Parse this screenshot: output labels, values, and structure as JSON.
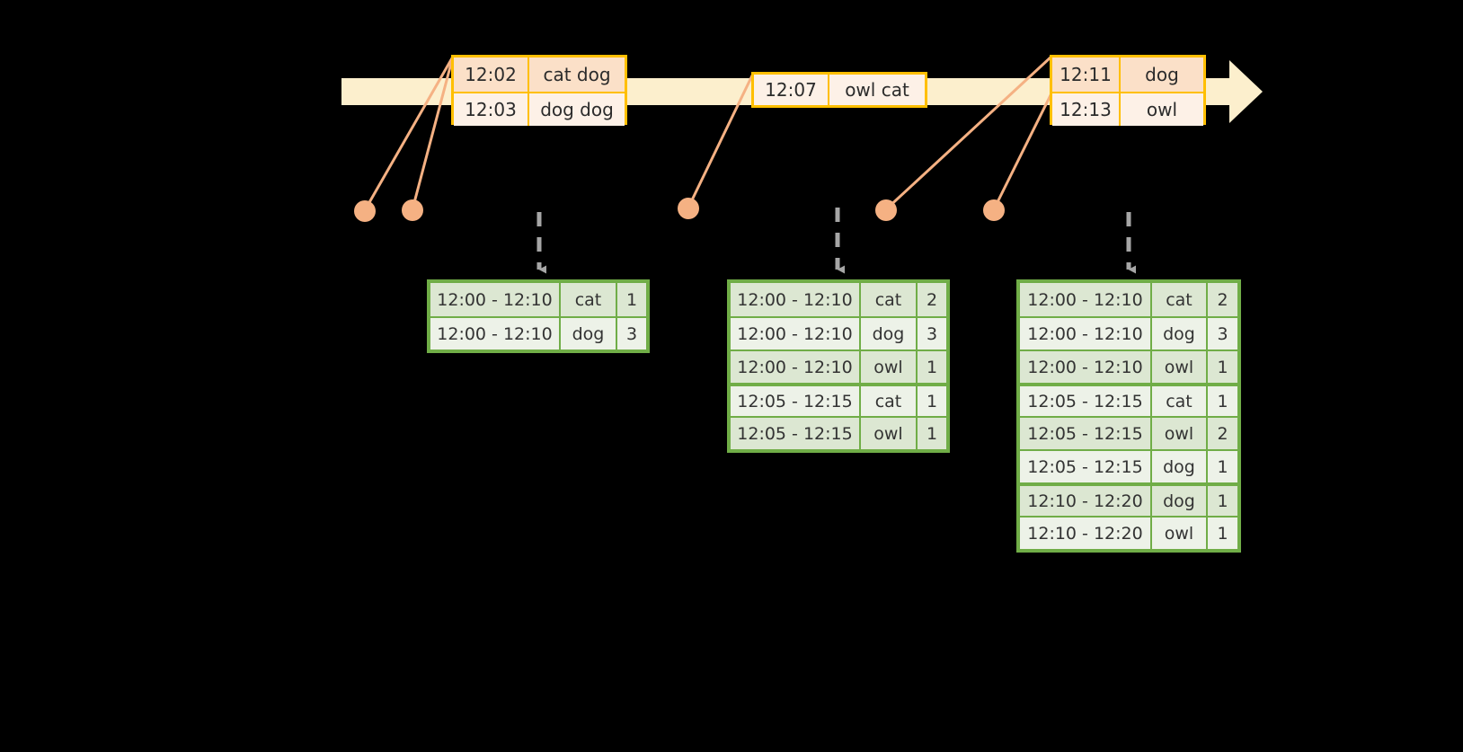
{
  "timeline": {
    "bar_color": "#FCEFCD",
    "accent_color": "#FFBF00",
    "dot_color": "#F5B183",
    "arrow_color": "#A6A6A6",
    "events": [
      {
        "id": "event-group-a",
        "rows": [
          {
            "time": "12:02",
            "value": "cat dog"
          },
          {
            "time": "12:03",
            "value": "dog dog"
          }
        ]
      },
      {
        "id": "event-group-b",
        "rows": [
          {
            "time": "12:07",
            "value": "owl cat"
          }
        ]
      },
      {
        "id": "event-group-c",
        "rows": [
          {
            "time": "12:11",
            "value": "dog"
          },
          {
            "time": "12:13",
            "value": "owl"
          }
        ]
      }
    ]
  },
  "tables": [
    {
      "id": "result-table-1",
      "rows": [
        {
          "window": "12:00 - 12:10",
          "key": "cat",
          "count": "1",
          "group": 0
        },
        {
          "window": "12:00 - 12:10",
          "key": "dog",
          "count": "3",
          "group": 0
        }
      ]
    },
    {
      "id": "result-table-2",
      "rows": [
        {
          "window": "12:00 - 12:10",
          "key": "cat",
          "count": "2",
          "group": 0
        },
        {
          "window": "12:00 - 12:10",
          "key": "dog",
          "count": "3",
          "group": 0
        },
        {
          "window": "12:00 - 12:10",
          "key": "owl",
          "count": "1",
          "group": 0
        },
        {
          "window": "12:05 - 12:15",
          "key": "cat",
          "count": "1",
          "group": 1
        },
        {
          "window": "12:05 - 12:15",
          "key": "owl",
          "count": "1",
          "group": 1
        }
      ]
    },
    {
      "id": "result-table-3",
      "rows": [
        {
          "window": "12:00 - 12:10",
          "key": "cat",
          "count": "2",
          "group": 0
        },
        {
          "window": "12:00 - 12:10",
          "key": "dog",
          "count": "3",
          "group": 0
        },
        {
          "window": "12:00 - 12:10",
          "key": "owl",
          "count": "1",
          "group": 0
        },
        {
          "window": "12:05 - 12:15",
          "key": "cat",
          "count": "1",
          "group": 1
        },
        {
          "window": "12:05 - 12:15",
          "key": "owl",
          "count": "2",
          "group": 1
        },
        {
          "window": "12:05 - 12:15",
          "key": "dog",
          "count": "1",
          "group": 1
        },
        {
          "window": "12:10 - 12:20",
          "key": "dog",
          "count": "1",
          "group": 2
        },
        {
          "window": "12:10 - 12:20",
          "key": "owl",
          "count": "1",
          "group": 2
        }
      ]
    }
  ]
}
